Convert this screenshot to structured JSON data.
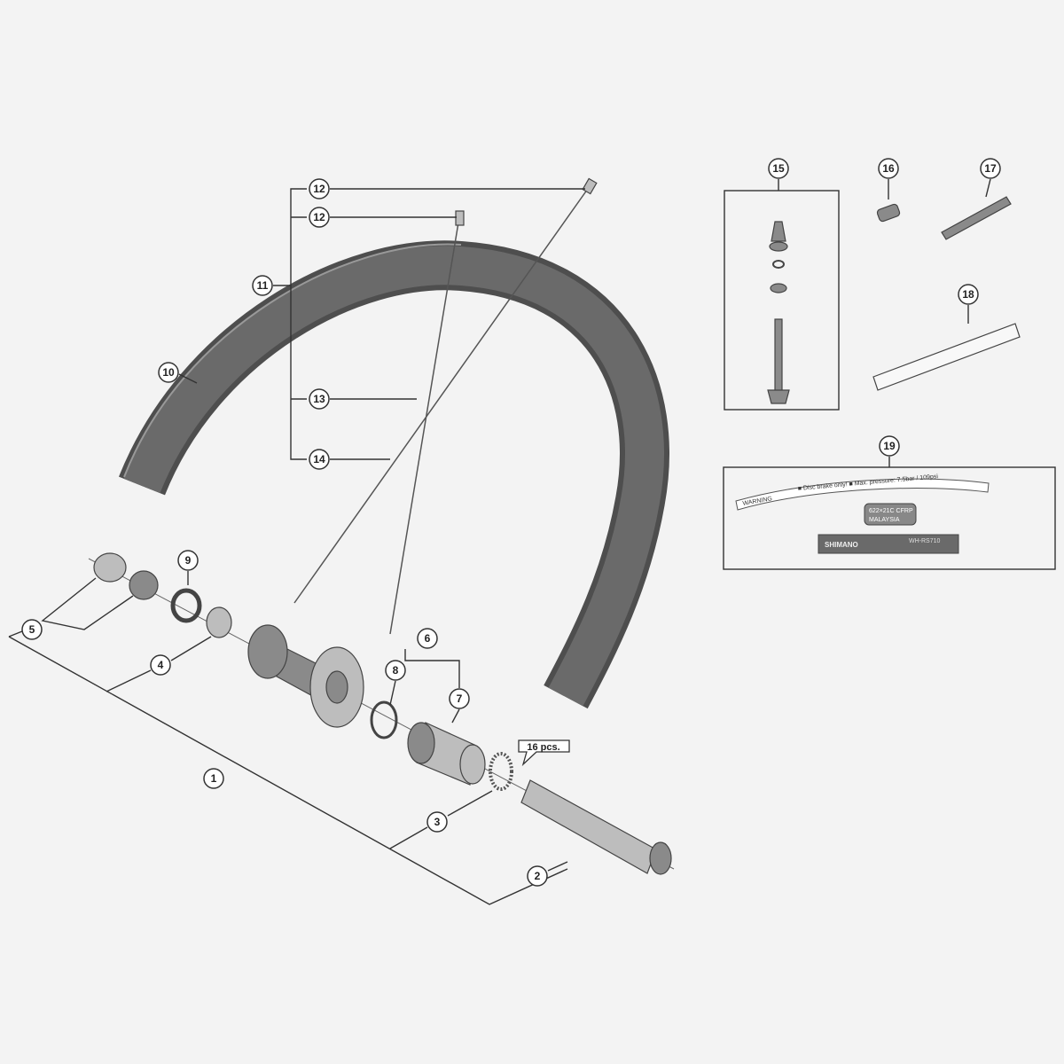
{
  "callouts": {
    "c1": "1",
    "c2": "2",
    "c3": "3",
    "c4": "4",
    "c5": "5",
    "c6": "6",
    "c7": "7",
    "c8": "8",
    "c9": "9",
    "c10": "10",
    "c11": "11",
    "c12a": "12",
    "c12b": "12",
    "c13": "13",
    "c14": "14",
    "c15": "15",
    "c16": "16",
    "c17": "17",
    "c18": "18",
    "c19": "19"
  },
  "quantity_label": "16 pcs.",
  "decal": {
    "warning": "WARNING",
    "warning_line": "■ Disc brake only! ■ Max. pressure: 7.5bar / 109psi",
    "size": "622×21C CFRP",
    "origin": "MALAYSIA",
    "brand": "SHIMANO",
    "model": "WH-RS710"
  },
  "colors": {
    "rim": "#5c5c5c",
    "background": "#f3f3f3",
    "line": "#333333"
  }
}
